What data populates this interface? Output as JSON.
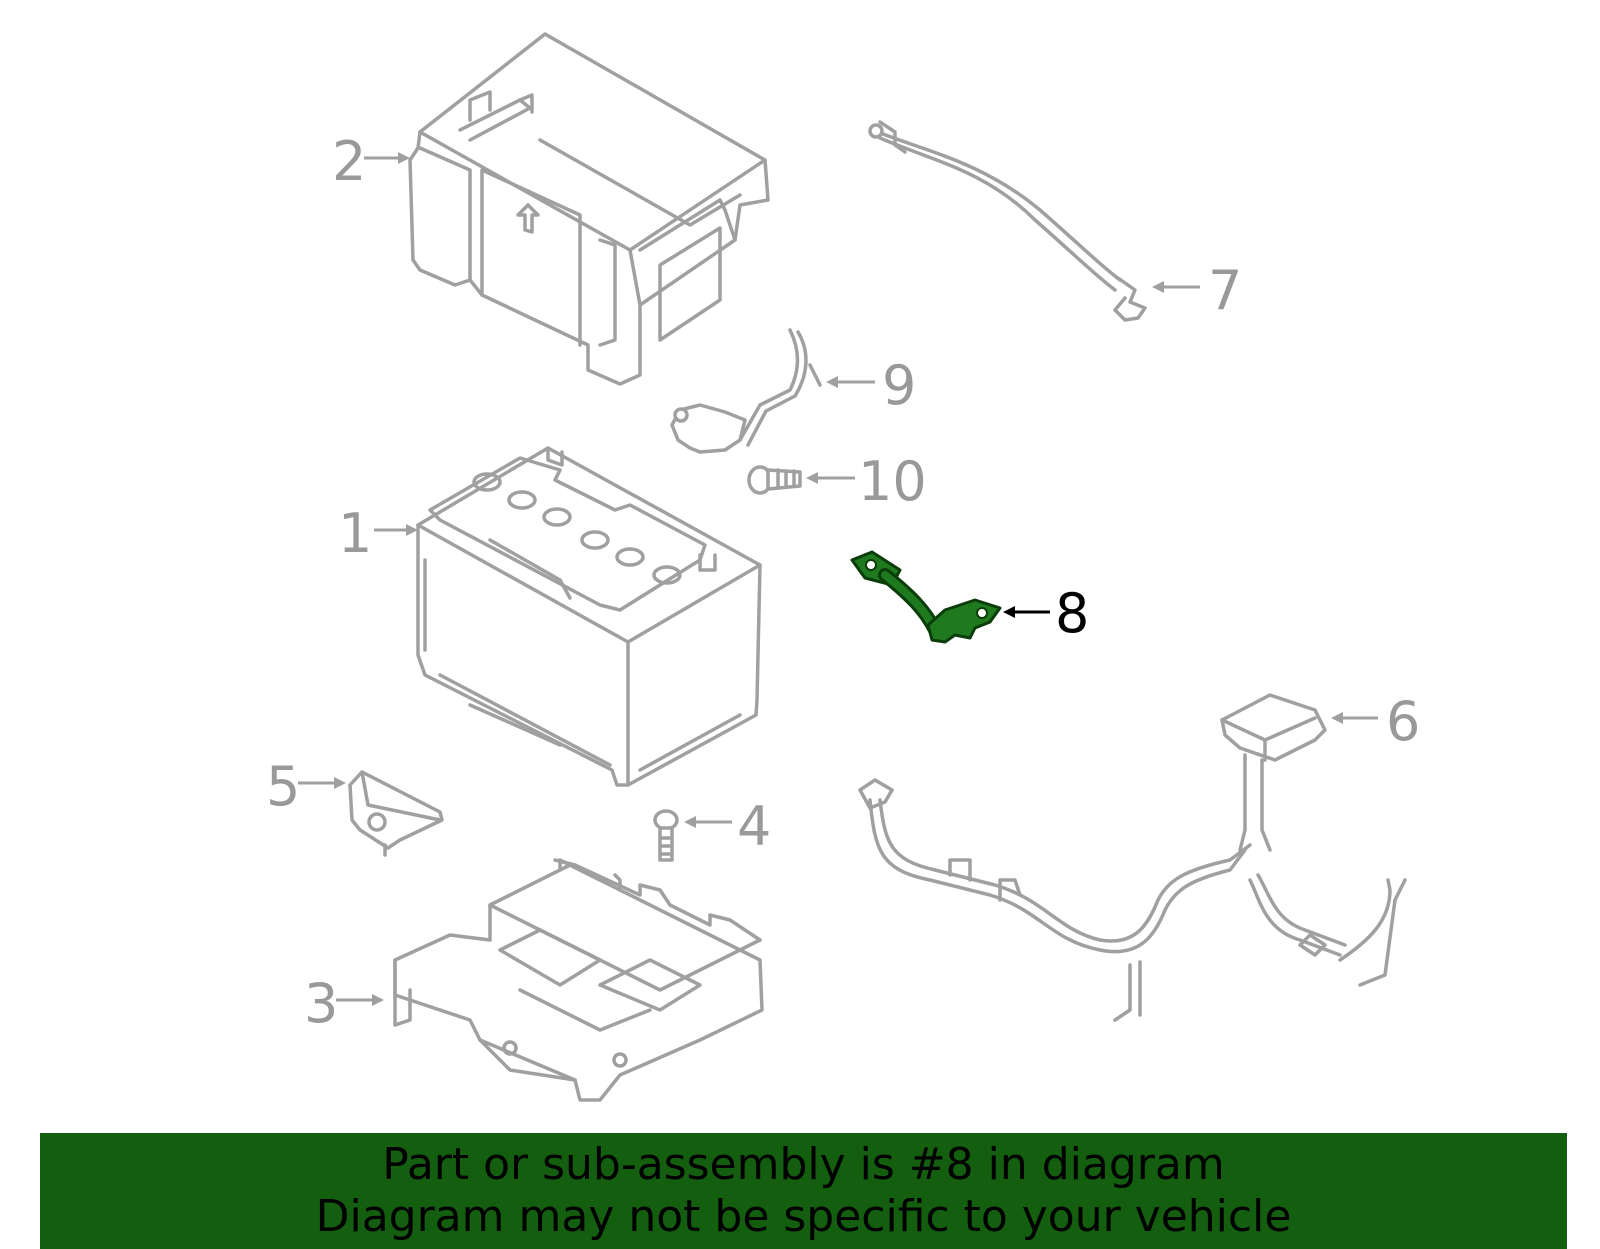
{
  "callouts": {
    "c1": "1",
    "c2": "2",
    "c3": "3",
    "c4": "4",
    "c5": "5",
    "c6": "6",
    "c7": "7",
    "c8": "8",
    "c9": "9",
    "c10": "10"
  },
  "highlight": {
    "part_number": "8",
    "color": "#1f7a1f"
  },
  "banner": {
    "line1": "Part or sub-assembly is #8 in diagram",
    "line2": "Diagram may not be specific to your vehicle",
    "background": "#135e0f"
  }
}
